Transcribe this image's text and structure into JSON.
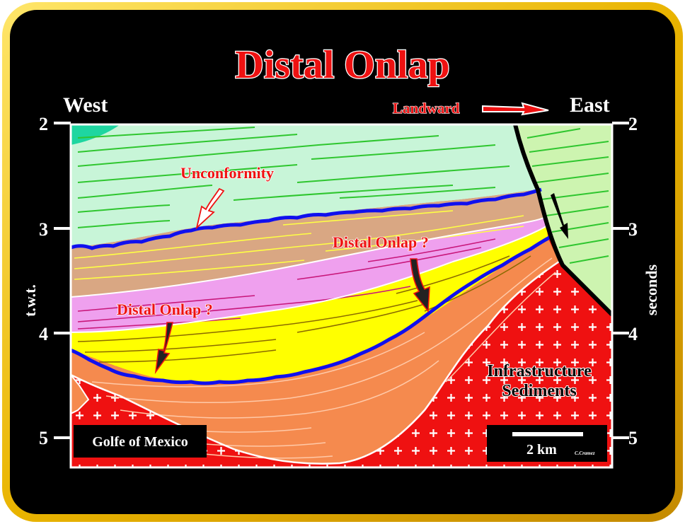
{
  "title": "Distal Onlap",
  "directions": {
    "west": "West",
    "east": "East",
    "landward": "Landward"
  },
  "axis": {
    "left_label": "t.w.t.",
    "right_label": "seconds",
    "ticks": [
      "2",
      "3",
      "4",
      "5"
    ]
  },
  "labels": {
    "unconformity": "Unconformity",
    "distal_onlap_upper": "Distal Onlap ?",
    "distal_onlap_lower": "Distal Onlap ?",
    "infrastructure_line1": "Infrastructure",
    "infrastructure_line2": "Sediments"
  },
  "location_box": "Golfe of Mexico",
  "scale_bar": {
    "label": "2 km",
    "credit": "C.Cramez"
  },
  "colors": {
    "frame_gold": "#f2c200",
    "background": "#000000",
    "upper_unit": "#c8f5d8",
    "upper_lines": "#2fc62f",
    "tan_unit": "#d9a783",
    "pink_unit": "#efa0ee",
    "yellow_unit": "#ffff00",
    "orange_unit": "#f58a4e",
    "basement": "#ef1111",
    "unconformity": "#1010ee",
    "fault_block": "#cdf4b0",
    "label_red": "#ee1111"
  }
}
